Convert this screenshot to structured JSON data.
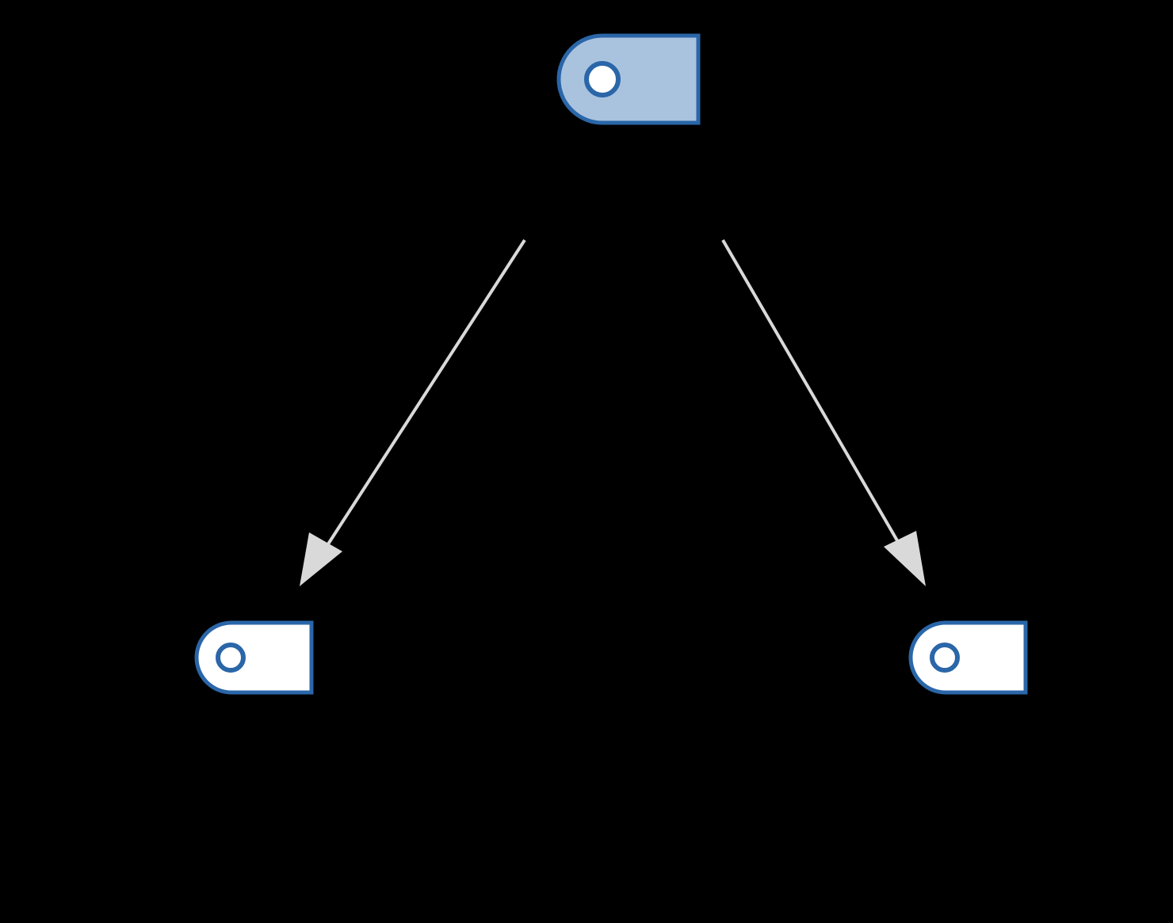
{
  "diagram": {
    "background": "#000000",
    "nodes": [
      {
        "id": "root",
        "shape": "tag",
        "highlighted": true,
        "icon": "circle-dot-icon"
      },
      {
        "id": "left-child",
        "shape": "tag",
        "highlighted": false,
        "icon": "circle-dot-icon"
      },
      {
        "id": "right-child",
        "shape": "tag",
        "highlighted": false,
        "icon": "circle-dot-icon"
      }
    ],
    "edges": [
      {
        "from": "root",
        "to": "left-child",
        "arrow": "filled-triangle"
      },
      {
        "from": "root",
        "to": "right-child",
        "arrow": "filled-triangle"
      }
    ],
    "colors": {
      "node_stroke": "#2a66a8",
      "root_fill": "#a9c3df",
      "child_fill": "#ffffff",
      "dot_fill": "#ffffff",
      "edge": "#d9d9d9"
    }
  }
}
